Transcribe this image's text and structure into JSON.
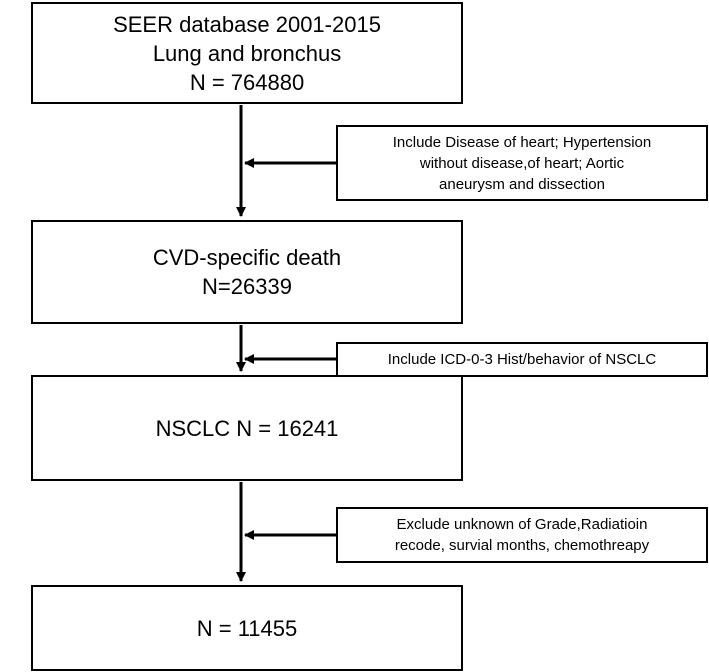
{
  "flow": {
    "box1": {
      "lines": [
        "SEER database 2001-2015",
        "Lung and bronchus",
        "N = 764880"
      ]
    },
    "box2": {
      "lines": [
        "CVD-specific death",
        "N=26339"
      ]
    },
    "box3": {
      "lines": [
        "NSCLC N = 16241"
      ]
    },
    "box4": {
      "lines": [
        "N = 11455"
      ]
    }
  },
  "criteria": {
    "c1": {
      "lines": [
        "Include Disease of heart; Hypertension",
        "without disease,of heart; Aortic",
        "aneurysm and dissection"
      ]
    },
    "c2": {
      "lines": [
        "Include ICD-0-3 Hist/behavior of NSCLC"
      ]
    },
    "c3": {
      "lines": [
        "Exclude unknown of Grade,Radiatioin",
        "recode, survial months, chemothreapy"
      ]
    }
  }
}
